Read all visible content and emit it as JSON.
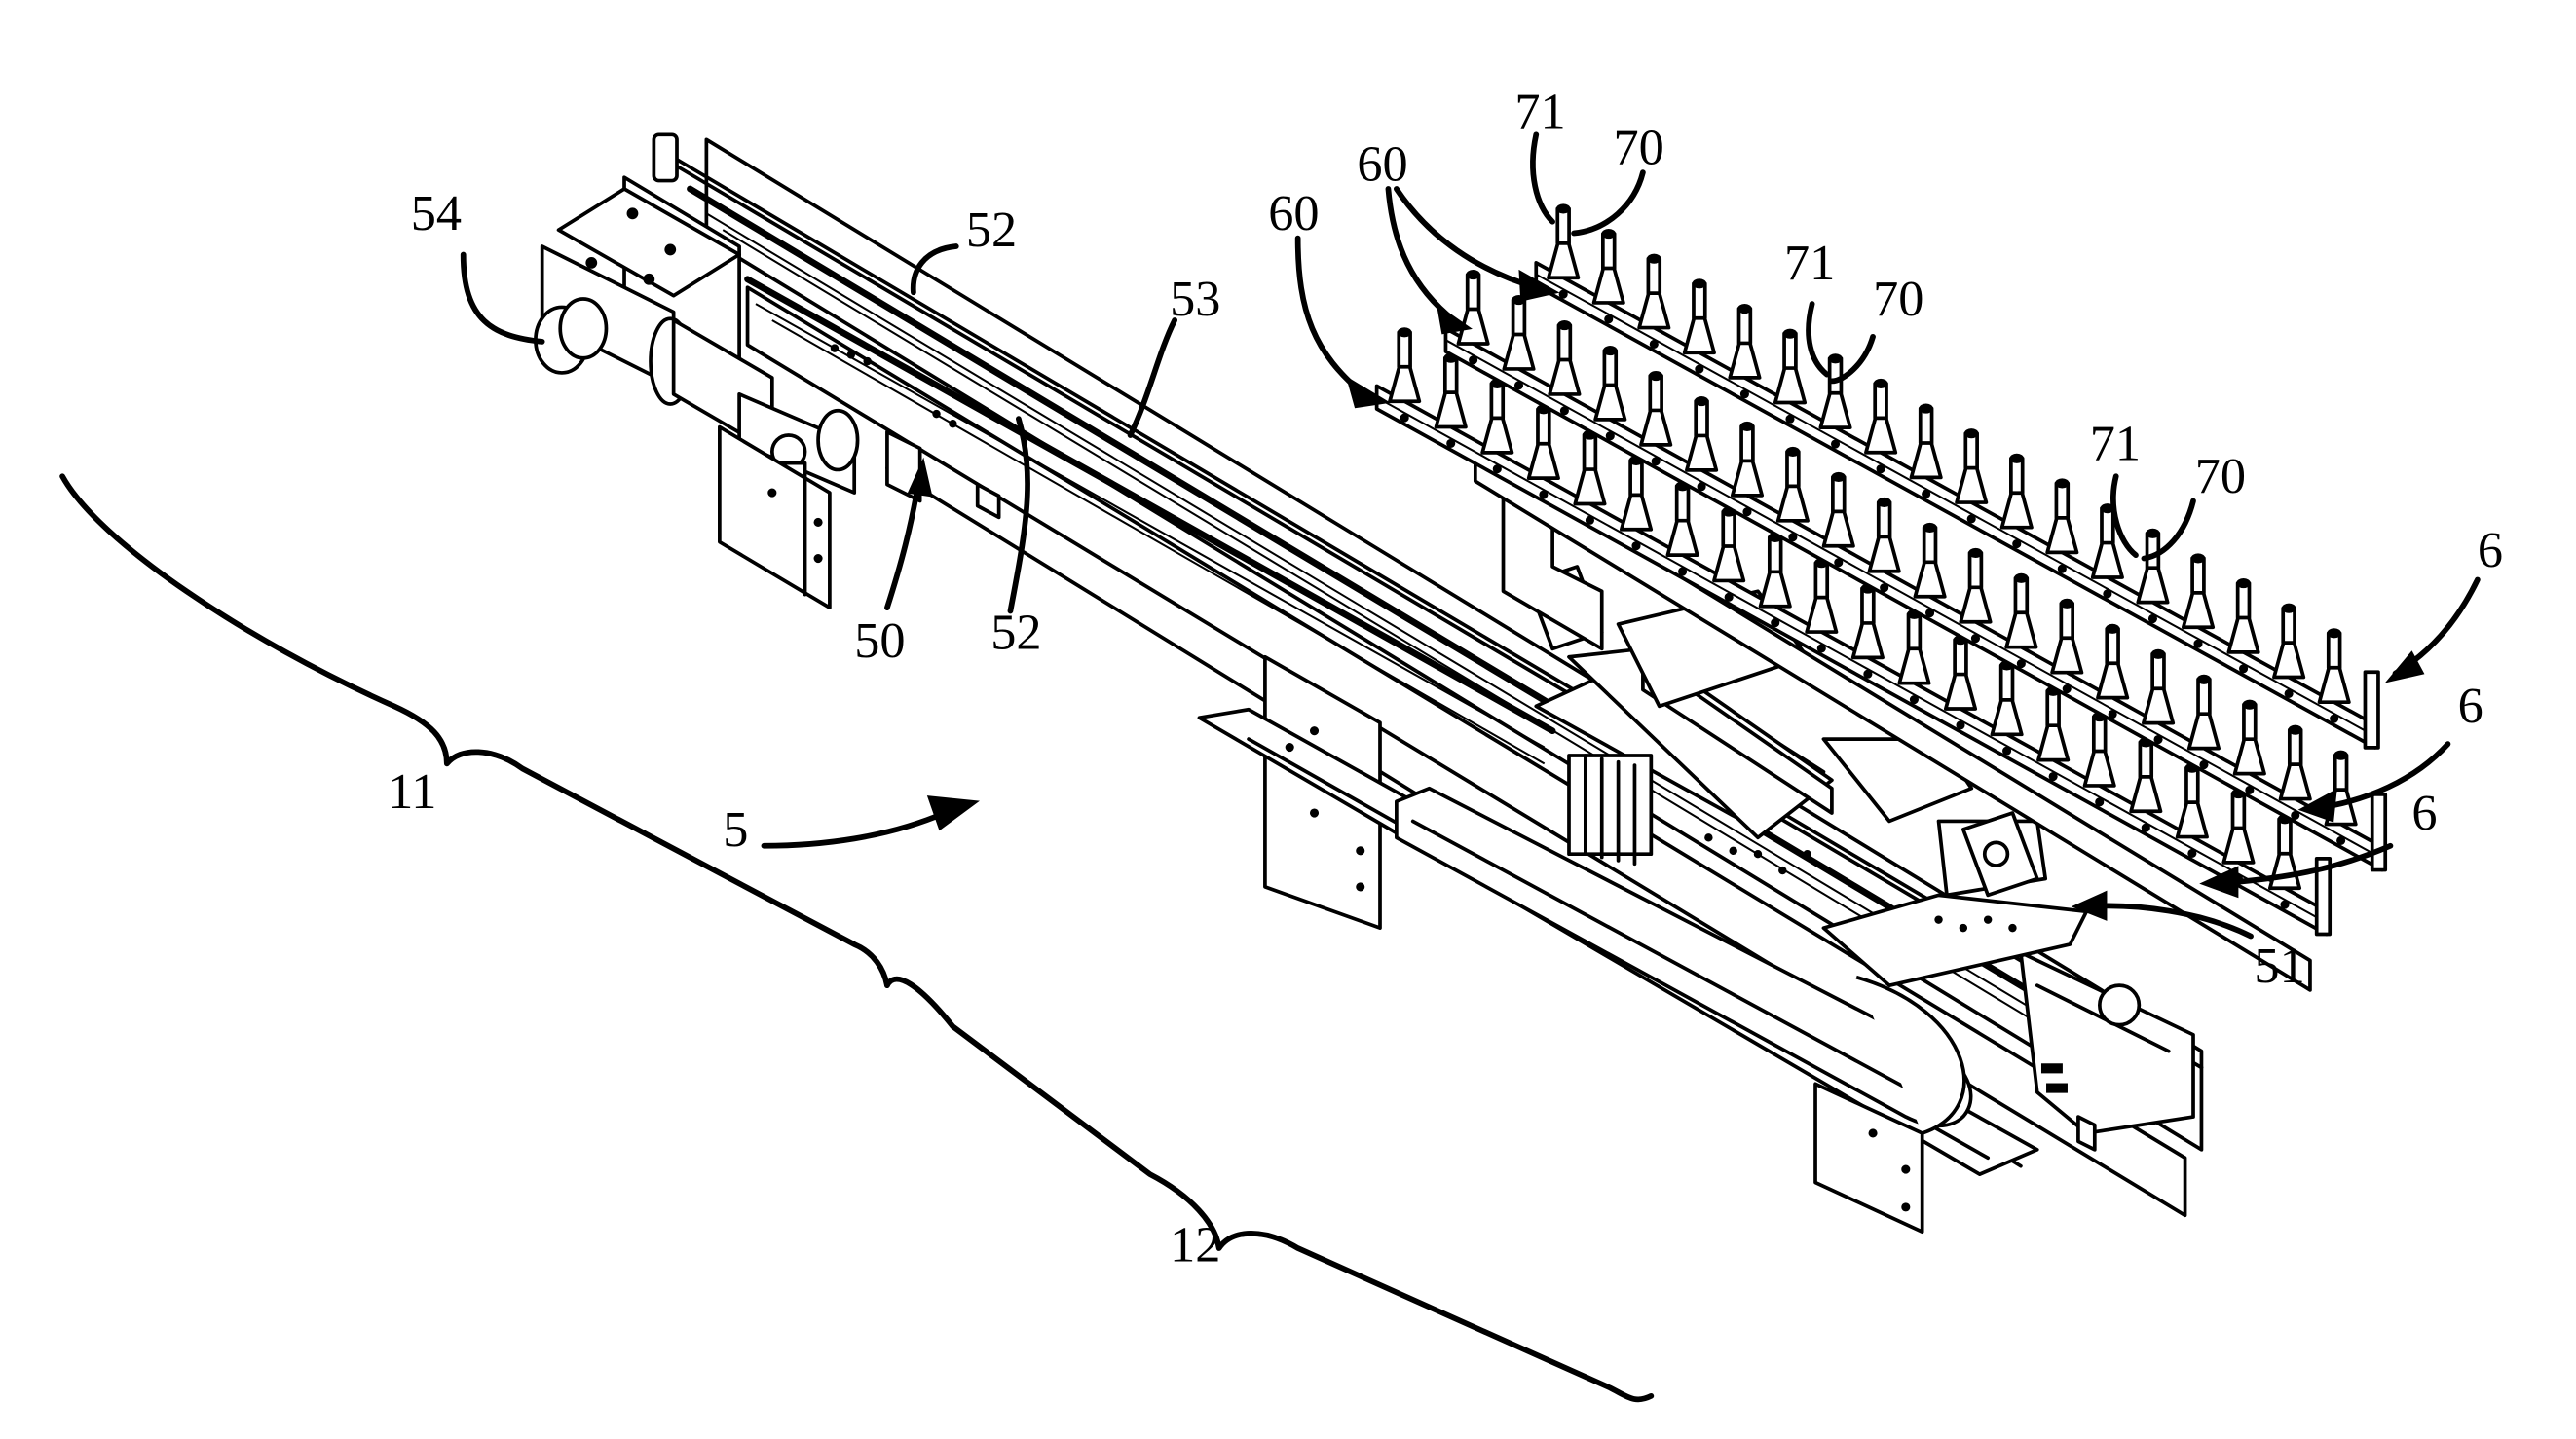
{
  "figure": {
    "type": "patent-drawing",
    "style": "black line art on white",
    "colors": {
      "line": "#000000",
      "background": "#ffffff"
    }
  },
  "labels": {
    "assembly": "5",
    "first_section": "11",
    "second_section": "12",
    "conveyor_frame": "50",
    "carriage": "51",
    "rail_upper": "52",
    "rail_lower": "52",
    "belt": "53",
    "motor": "54",
    "fixture_rail_a": "60",
    "fixture_rail_b": "60",
    "fixture_unit_a": "6",
    "fixture_unit_b": "6",
    "fixture_unit_c": "6",
    "pin_a": "71",
    "pin_b": "71",
    "pin_c": "71",
    "pin_base_a": "70",
    "pin_base_b": "70",
    "pin_base_c": "70"
  },
  "pin_rows": [
    {
      "name": "front-row",
      "count": 20
    },
    {
      "name": "middle-row",
      "count": 20
    },
    {
      "name": "rear-row",
      "count": 18
    }
  ]
}
